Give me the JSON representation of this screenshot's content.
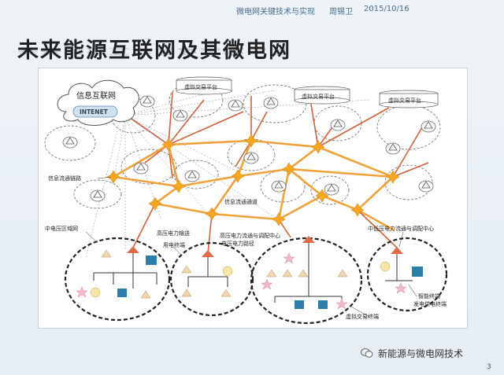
{
  "header": {
    "subject": "微电网关键技术与实现",
    "author": "周锡卫",
    "date": "2015/10/16"
  },
  "title": "未来能源互联网及其微电网",
  "diagram": {
    "cloud_label": "信息互联网",
    "cloud_sub": "INTENET",
    "platforms": [
      "虚拟交易平台",
      "虚拟交易平台",
      "虚拟交易平台"
    ],
    "labels": {
      "multi_link": "信息流通链路",
      "info_channel": "信息流通通道",
      "medium_voltage_zone": "中电压区域网",
      "hv_transmission": "高压电力输送",
      "user_terminal": "用电终端",
      "hv_center": "高压电力流通与调配中心",
      "lv_route": "电压电力路径",
      "mv_center": "中低压电力流通与调配中心",
      "smart_terminal": "智能终端",
      "energy_terminal": "发电供电终端",
      "vtrade_terminal": "虚拟交易终端"
    },
    "colors": {
      "hub": "#f5a623",
      "power_line": "#f0a23a",
      "info_line": "#d2603a",
      "triangle_red": "#e06a4a",
      "microgrid_border": "#222222",
      "blue_box": "#2b7fa8",
      "star_pink": "#f2b8cc"
    }
  },
  "footer": {
    "brand": "新能源与微电网技术",
    "page": "3"
  }
}
